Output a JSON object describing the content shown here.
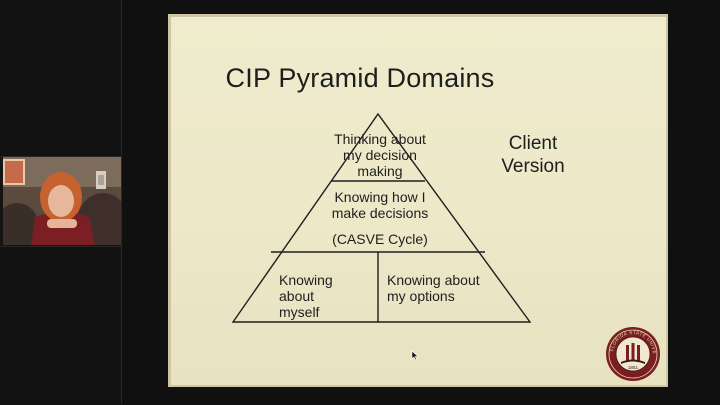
{
  "slide": {
    "title": "CIP Pyramid Domains",
    "version_line1": "Client",
    "version_line2": "Version",
    "pyramid": {
      "top": [
        "Thinking about",
        "my decision",
        "making"
      ],
      "middle_line1": "Knowing how I",
      "middle_line2": "make decisions",
      "middle_line3": "(CASVE Cycle)",
      "bottom_left": [
        "Knowing",
        "about",
        "myself"
      ],
      "bottom_right": [
        "Knowing about",
        "my options"
      ]
    },
    "seal_text": "FLORIDA STATE UNIVERSITY",
    "seal_year": "1851"
  },
  "colors": {
    "slide_background": "#eeeacb",
    "page_background": "#101010",
    "text": "#1e1e1e"
  },
  "icons": [
    "webcam-video",
    "university-seal",
    "mouse-cursor"
  ]
}
